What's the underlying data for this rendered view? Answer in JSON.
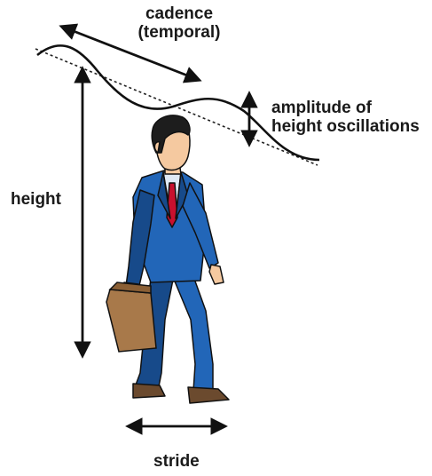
{
  "labels": {
    "cadence_line1": "cadence",
    "cadence_line2": "(temporal)",
    "amplitude_line1": "amplitude of",
    "amplitude_line2": "height oscillations",
    "height": "height",
    "stride": "stride"
  },
  "colors": {
    "suit": "#2266b8",
    "suit_shadow": "#174a8a",
    "tie": "#c8102e",
    "shirt": "#dfe9f5",
    "skin": "#f5c9a0",
    "hair": "#1d1d1d",
    "briefcase": "#a8794a",
    "shoes": "#6b4a2e",
    "arrows": "#111111"
  },
  "icons": [
    "walking-businessman-figure",
    "briefcase-icon"
  ]
}
